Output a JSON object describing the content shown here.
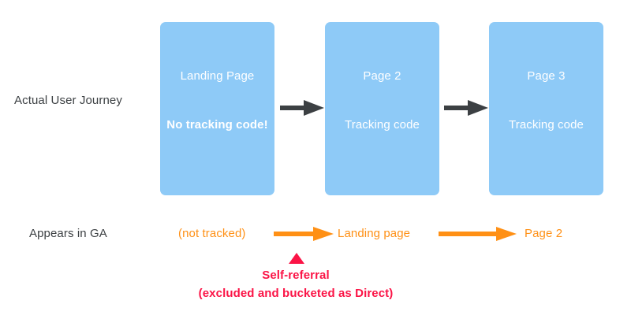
{
  "rows": {
    "journey_label": "Actual User Journey",
    "ga_label": "Appears in GA"
  },
  "journey": {
    "steps": [
      {
        "title": "Landing Page",
        "note": "No tracking code!",
        "note_bold": true
      },
      {
        "title": "Page 2",
        "note": "Tracking code",
        "note_bold": false
      },
      {
        "title": "Page 3",
        "note": "Tracking code",
        "note_bold": false
      }
    ],
    "arrow_icon": "arrow-right-icon"
  },
  "ga": {
    "steps": [
      {
        "label": "(not tracked)"
      },
      {
        "label": "Landing page"
      },
      {
        "label": "Page 2"
      }
    ],
    "arrow_icon": "arrow-right-icon"
  },
  "callout": {
    "pointer_icon": "triangle-up-icon",
    "line1": "Self-referral",
    "line2": "(excluded and bucketed as Direct)"
  },
  "colors": {
    "box_fill": "#8ECAF7",
    "box_text": "#FFFFFF",
    "label_text": "#3C4043",
    "dark_arrow": "#3C4043",
    "ga_orange": "#FF9015",
    "callout_pink": "#FB1446",
    "background": "#FFFFFF"
  }
}
